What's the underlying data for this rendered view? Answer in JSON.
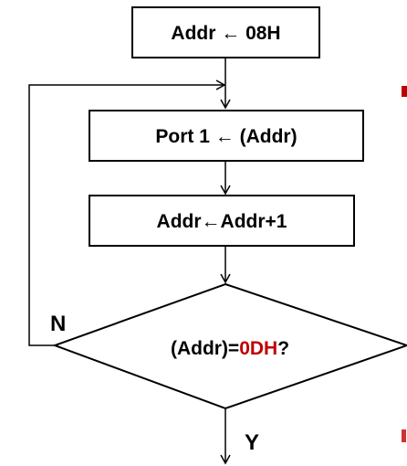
{
  "flowchart": {
    "steps": [
      {
        "text": "Addr ← 08H"
      },
      {
        "text": "Port 1 ← (Addr)"
      },
      {
        "text": "Addr←Addr+1"
      }
    ],
    "decision": {
      "prefix": "(Addr)=",
      "highlight": "0DH",
      "suffix": "?"
    },
    "no_label": "N",
    "yes_label": "Y",
    "colors": {
      "highlight": "#c00000",
      "stroke": "#000000"
    }
  }
}
